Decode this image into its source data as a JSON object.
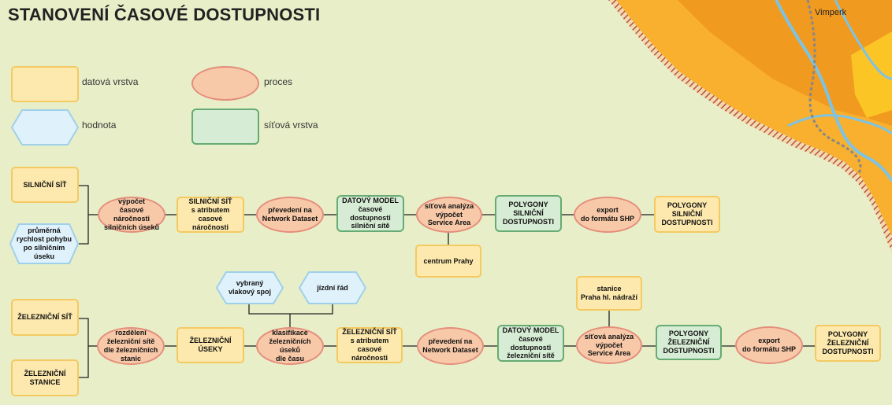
{
  "title": "STANOVENÍ ČASOVÉ DOSTUPNOSTI",
  "map_label": "Vimperk",
  "colors": {
    "background": "#e8efc8",
    "data_fill": "#fde9ad",
    "data_border": "#f4c962",
    "process_fill": "#f8c9a8",
    "process_border": "#e48e7c",
    "value_fill": "#dff1fb",
    "value_border": "#9fd0ea",
    "network_fill": "#d7ecd5",
    "network_border": "#65ab72"
  },
  "legend": {
    "data_layer": "datová vrstva",
    "process": "proces",
    "value": "hodnota",
    "network_layer": "síťová vrstva"
  },
  "road": {
    "input_network": "SILNIČNÍ SÍŤ",
    "input_speed": "průměrná\nrychlost pohybu\npo silničním\núseku",
    "calc": "výpočet\nčasové náročnosti\nsilničních úseků",
    "network_attr": "SILNIČNÍ SÍŤ\ns atributem\ncasové náročnosti",
    "convert": "převedení na\nNetwork Dataset",
    "model": "DATOVÝ MODEL\nčasové dostupnosti\nsilniční sítě",
    "analysis": "síťová analýza\nvýpočet\nService Area",
    "center": "centrum Prahy",
    "polygons_net": "POLYGONY\nSILNIČNÍ\nDOSTUPNOSTI",
    "export": "export\ndo formátu SHP",
    "polygons_out": "POLYGONY\nSILNIČNÍ\nDOSTUPNOSTI"
  },
  "rail": {
    "input_network": "ŽELEZNIČNÍ SÍŤ",
    "input_stations": "ŽELEZNIČNÍ STANICE",
    "split": "rozdělení\nželezniční sítě\ndle železničních\nstanic",
    "segments": "ŽELEZNIČNÍ ÚSEKY",
    "train": "vybraný\nvlakový spoj",
    "timetable": "jízdní řád",
    "classify": "klasifikace\nželezničních úseků\ndle času",
    "network_attr": "ŽELEZNIČNÍ SÍŤ\ns atributem\ncasové náročnosti",
    "convert": "převedení na\nNetwork Dataset",
    "model": "DATOVÝ MODEL\nčasové dostupnosti\nželezniční sítě",
    "station": "stanice\nPraha hl. nádraží",
    "analysis": "síťová analýza\nvýpočet\nService Area",
    "polygons_net": "POLYGONY\nŽELEZNIČNÍ\nDOSTUPNOSTI",
    "export": "export\ndo formátu SHP",
    "polygons_out": "POLYGONY\nŽELEZNIČNÍ\nDOSTUPNOSTI"
  }
}
